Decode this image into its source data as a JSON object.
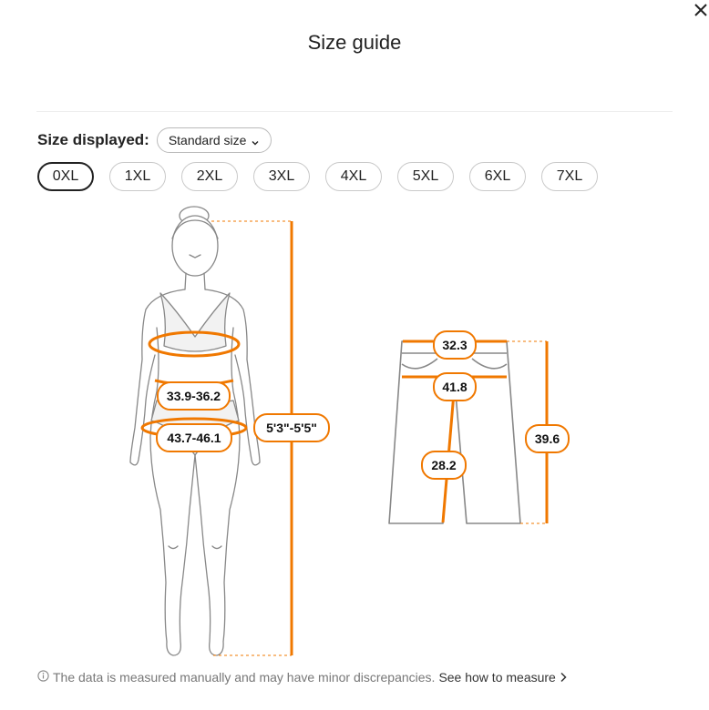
{
  "dialog": {
    "title": "Size guide",
    "close_icon": "close-icon"
  },
  "size_display": {
    "label": "Size displayed:",
    "selected": "Standard size"
  },
  "sizes": [
    "0XL",
    "1XL",
    "2XL",
    "3XL",
    "4XL",
    "5XL",
    "6XL",
    "7XL"
  ],
  "selected_size": "0XL",
  "body_measurements": {
    "waist": "33.9-36.2",
    "hip": "43.7-46.1",
    "height": "5'3\"-5'5\""
  },
  "shorts_measurements": {
    "waist": "32.3",
    "hip": "41.8",
    "inseam": "28.2",
    "length": "39.6"
  },
  "colors": {
    "accent": "#f07800",
    "outline": "#888888",
    "active_border": "#222222"
  },
  "footer": {
    "note": "The data is measured manually and may have minor discrepancies.",
    "link": "See how to measure"
  }
}
